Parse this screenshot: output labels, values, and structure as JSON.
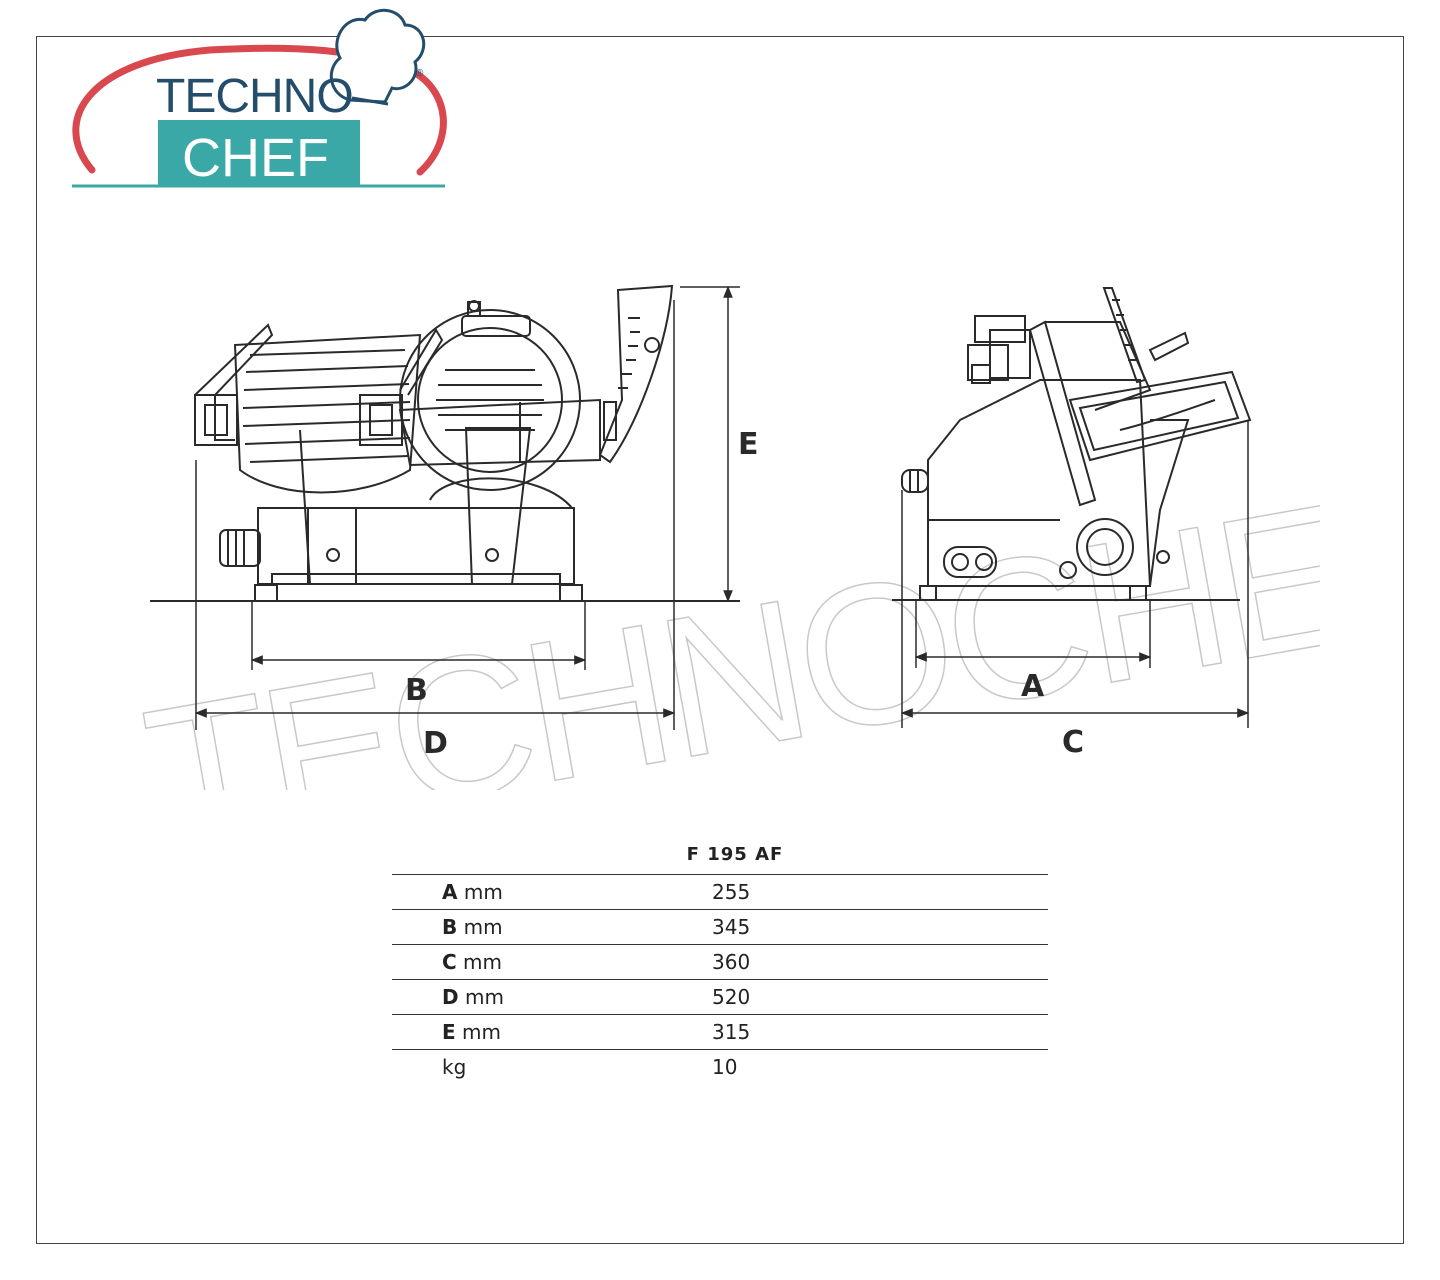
{
  "logo": {
    "line1": "TECHNO",
    "line2": "CHEF",
    "registered": "®",
    "colors": {
      "teal": "#3aa8a6",
      "red": "#d9484f",
      "navy": "#244d6b"
    }
  },
  "watermark": "TECHNOCHEF.IT",
  "dimension_labels": {
    "a": "A",
    "b": "B",
    "c": "C",
    "d": "D",
    "e": "E"
  },
  "spec_table": {
    "model": "F 195 AF",
    "rows": [
      {
        "key": "A",
        "unit": "mm",
        "value": "255"
      },
      {
        "key": "B",
        "unit": "mm",
        "value": "345"
      },
      {
        "key": "C",
        "unit": "mm",
        "value": "360"
      },
      {
        "key": "D",
        "unit": "mm",
        "value": "520"
      },
      {
        "key": "E",
        "unit": "mm",
        "value": "315"
      },
      {
        "key": "",
        "unit": "kg",
        "value": "10"
      }
    ]
  }
}
